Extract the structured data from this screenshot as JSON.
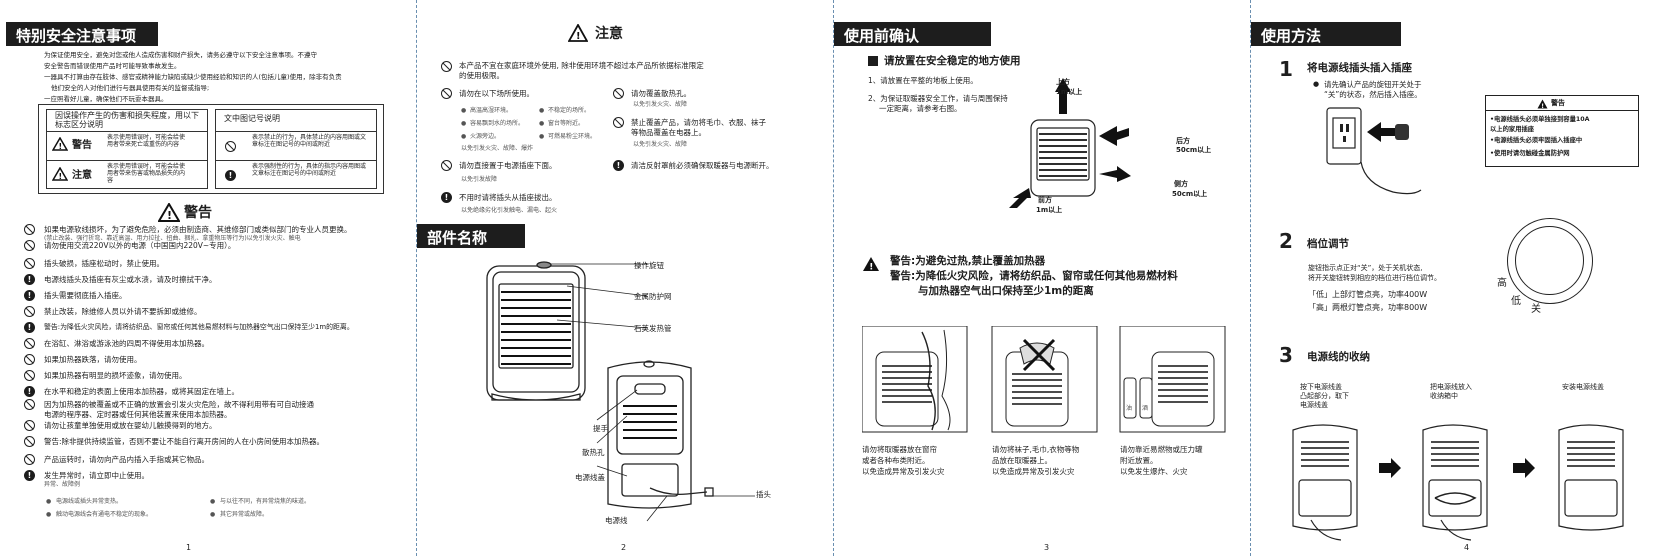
{
  "p1": {
    "header": "特别安全注意事项",
    "intro": [
      "为保证使用安全，避免对您或他人造成伤害和财产损失，请务必遵守以下安全注意事项。不遵守",
      "安全警告而错误使用产品时可能导致事故发生。",
      "一器具不打算由存在肢体、感官或精神能力缺陷或缺少使用经验和知识的人(包括儿童)使用，除非有负责",
      "他们安全的人对他们进行与器具使用有关的监督或指导;",
      "一应照看好儿童，确保他们不玩耍本器具。"
    ],
    "legend_left_title": "因误操作产生的伤害和损失程度，用以下标志区分说明",
    "warn_label": "警告",
    "warn_desc": "表示使用错误时，可能会给使用者带来死亡或重伤的内容",
    "caution_label": "注意",
    "caution_desc": "表示使用错误时，可能会给使用者带来伤害或物品损失的内容",
    "legend_right_title": "文中图记号说明",
    "sym1_desc": "表示禁止的行为，具体禁止的内容用图或文章标注在图记号的中间或附近",
    "sym2_desc": "表示强制性的行为，具体的指示内容用图或文章标注在图记号的中间或附近",
    "big_warning": "警告",
    "items": [
      {
        "t": "如果电源软线损坏，为了避免危险，必须由制造商、其维修部门或类似部门的专业人员更换。",
        "s": "(禁止改装、强行折弯、靠近高温、用力拉扯、扭曲、捆扎、拿重物压等行为)以免引发火灾、触电"
      },
      {
        "t": "请勿使用交流220V以外的电源（中国国内220V~专用）。",
        "s": ""
      },
      {
        "t": "插头破损，插座松动时，禁止使用。",
        "s": ""
      },
      {
        "t": "电源线插头及插座有灰尘或水渍，请及时擦拭干净。",
        "s": ""
      },
      {
        "t": "插头需要彻底插入插座。",
        "s": ""
      },
      {
        "t": "禁止改装，除维修人员以外请不要拆卸或维修。",
        "s": ""
      },
      {
        "t": "警告:为降低火灾风险，请将纺织品、窗帘或任何其他易燃材料与加热器空气出口保持至少1m的距离。",
        "s": ""
      },
      {
        "t": "在浴缸、淋浴或游泳池的四周不得使用本加热器。",
        "s": ""
      },
      {
        "t": "如果加热器跌落，请勿使用。",
        "s": ""
      },
      {
        "t": "如果加热器有明显的损坏迹象，请勿使用。",
        "s": ""
      },
      {
        "t": "在水平和稳定的表面上使用本加热器，或将其固定在墙上。",
        "s": ""
      },
      {
        "t": "因为加热器的被覆盖或不正确的放置会引发火灾危险，故不得利用带有可自动接通",
        "s": "电源的程序器、定时器或任何其他装置来使用本加热器。"
      },
      {
        "t": "请勿让孩童单独使用或放在婴幼儿触摸得到的地方。",
        "s": ""
      },
      {
        "t": "警告:除非提供持续监管，否则不要让不能自行离开房间的人在小房间使用本加热器。",
        "s": ""
      },
      {
        "t": "产品运转时，请勿向产品内插入手指或其它物品。",
        "s": ""
      },
      {
        "t": "发生异常时，请立即中止使用。",
        "s": "异常、故障例"
      }
    ],
    "abn": [
      "电源线或插头异常变热。",
      "与以往不同，有异常烧焦的味道。",
      "触动电源线会有通电不稳定的现象。",
      "其它异常或故障。"
    ],
    "page": "1"
  },
  "p2": {
    "title": "注意",
    "a1": [
      "本产品不宜在家庭环境外使用, 除非使用环境不超过本产品所依据标准限定",
      "的使用极限。"
    ],
    "a2": "请勿在以下场所使用。",
    "places": [
      "高温高湿环境。",
      "不稳定的场所。",
      "容易飘到水的场所。",
      "窗台等附近。",
      "火源旁边。",
      "可燃易粉尘环境。"
    ],
    "a2s": "以免引发火灾、故障、爆炸",
    "a3": "请勿直接置于电源插座下面。",
    "a3s": "以免引发故障",
    "a4": "不用时请将插头从插座拔出。",
    "a4s": "以免绝缘劣化引发触电、漏电、起火",
    "b1": "请勿覆盖散热孔。",
    "b1s": "以免引发火灾、故障",
    "b2": [
      "禁止覆盖产品，请勿将毛巾、衣服、袜子",
      "等物品覆盖在电器上。"
    ],
    "b2s": "以免引发火灾、故障",
    "b3": "清洁反射罩前必须确保取暖器与电源断开。",
    "parts_header": "部件名称",
    "parts": [
      "操作旋钮",
      "金属防护网",
      "石英发热管",
      "提手",
      "散热孔",
      "电源线盖",
      "插头",
      "电源线"
    ],
    "page": "2"
  },
  "p3": {
    "header": "使用前确认",
    "sub": "请放置在安全稳定的地方使用",
    "s1": "1、请放置在平整的地板上使用。",
    "s2": [
      "2、为保证取暖器安全工作，请与周围保持",
      "一定距离，请参考右图。"
    ],
    "dist": [
      "上方",
      "1m以上",
      "后方",
      "50cm以上",
      "侧方",
      "50cm以上",
      "前方",
      "1m以上"
    ],
    "w1": "警告:为避免过热,禁止覆盖加热器",
    "w2": [
      "警告:为降低火灾风险，请将纺织品、窗帘或任何其他易燃材料",
      "与加热器空气出口保持至少1m的距离"
    ],
    "cap1": [
      "请勿将取暖器放在窗帘",
      "或者各种布类附近。",
      "以免造成异常及引发火灾"
    ],
    "cap2": [
      "请勿将袜子,毛巾,衣物等物",
      "品放在取暖器上。",
      "以免造成异常及引发火灾"
    ],
    "cap3": [
      "请勿靠近易燃物或压力罐",
      "附近放置。",
      "以免发生爆炸、火灾"
    ],
    "jar": [
      "油",
      "酒"
    ],
    "page": "3"
  },
  "p4": {
    "header": "使用方法",
    "st1": "将电源线插头插入插座",
    "st1t": [
      "请先确认产品的旋钮开关处于",
      "“关”的状态，然后插入插座。"
    ],
    "box_title": "警告",
    "box": [
      "•电源线插头必须单独接到容量10A",
      "  以上的家用插座",
      "•电源线插头必须牢固插入插座中",
      "•使用时请勿触碰金属防护网"
    ],
    "st2": "档位调节",
    "st2t": [
      "旋钮指示点正对“关”，处于关机状态,",
      "将开关旋钮转到相应的档位进行档位调节。"
    ],
    "low": "「低」上部灯管点亮，功率400W",
    "high": "「高」两根灯管点亮，功率800W",
    "dial": [
      "高",
      "低",
      "关"
    ],
    "st3": "电源线的收纳",
    "st3a": [
      "按下电源线盖",
      "凸起部分，取下",
      "电源线盖"
    ],
    "st3b": [
      "把电源线放入",
      "收纳箱中"
    ],
    "st3c": "安装电源线盖",
    "page": "4"
  }
}
